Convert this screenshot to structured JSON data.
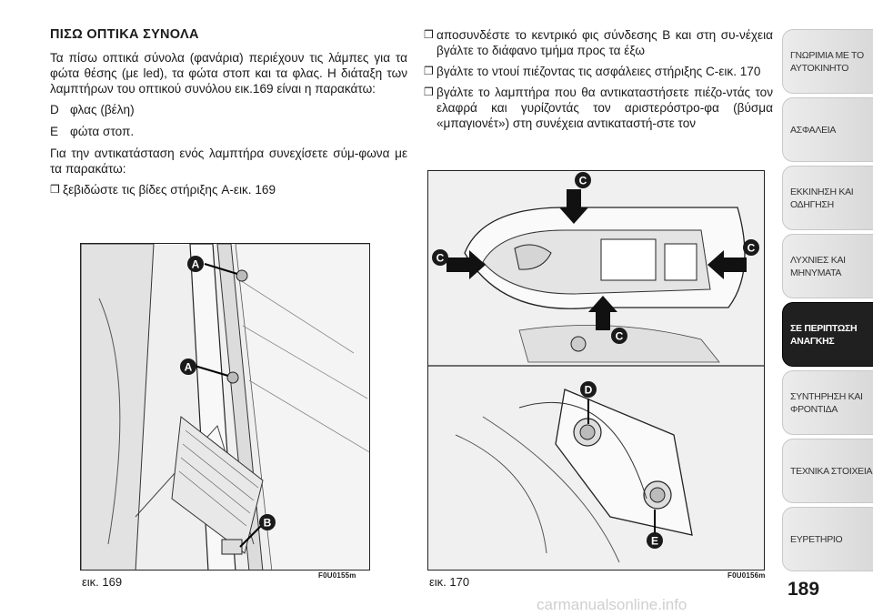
{
  "left": {
    "title": "ΠΙΣΩ ΟΠΤΙΚΑ ΣΥΝΟΛΑ",
    "intro": "Τα πίσω οπτικά σύνολα (φανάρια) περιέχουν τις λάμπες για τα φώτα θέσης (με led), τα φώτα στοπ και τα φλας. Η διάταξη των λαμπτήρων του οπτικού συνόλου εικ.169 είναι η παρακάτω:",
    "defs": [
      {
        "key": "D",
        "text": "φλας (βέλη)"
      },
      {
        "key": "E",
        "text": "φώτα στοπ."
      }
    ],
    "para2": "Για την αντικατάσταση ενός λαμπτήρα συνεχίσετε σύμ-φωνα με τα παρακάτω:",
    "bullet1": "ξεβιδώστε τις βίδες στήριξης A-εικ. 169"
  },
  "right": {
    "bullets": [
      "αποσυνδέστε το κεντρικό φις σύνδεσης B και στη συ-νέχεια βγάλτε το διάφανο τμήμα προς τα έξω",
      "βγάλτε το ντουί πιέζοντας τις ασφάλειες στήριξης C-εικ. 170",
      "βγάλτε το λαμπτήρα που θα αντικαταστήσετε πιέζο-ντάς τον ελαφρά και γυρίζοντάς τον αριστερόστρο-φα (βύσμα «μπαγιονέτ») στη συνέχεια αντικαταστή-στε τον"
    ]
  },
  "fig169": {
    "caption": "εικ. 169",
    "code": "F0U0155m",
    "labels": {
      "a": "A",
      "b": "B"
    }
  },
  "fig170": {
    "caption": "εικ. 170",
    "code": "F0U0156m",
    "labels": {
      "c": "C",
      "d": "D",
      "e": "E"
    }
  },
  "sidebar": {
    "tabs": [
      {
        "line1": "ΓΝΩΡΙΜΙΑ ΜΕ ΤΟ",
        "line2": "ΑΥΤΟΚΙΝΗΤΟ"
      },
      {
        "line1": "ΑΣΦΑΛΕΙΑ",
        "line2": ""
      },
      {
        "line1": "ΕΚΚΙΝΗΣΗ ΚΑΙ",
        "line2": "ΟΔΗΓΗΣΗ"
      },
      {
        "line1": "ΛΥΧΝΙΕΣ ΚΑΙ",
        "line2": "ΜΗΝΥΜΑΤΑ"
      },
      {
        "line1": "ΣΕ ΠΕΡΙΠΤΩΣΗ",
        "line2": "ΑΝΑΓΚΗΣ"
      },
      {
        "line1": "ΣΥΝΤΗΡΗΣΗ ΚΑΙ",
        "line2": "ΦΡΟΝΤΙΔΑ"
      },
      {
        "line1": "ΤΕΧΝΙΚΑ ΣΤΟΙΧΕΙΑ",
        "line2": ""
      },
      {
        "line1": "ΕΥΡΕΤΗΡΙΟ",
        "line2": ""
      }
    ],
    "active_index": 4
  },
  "page_number": "189",
  "watermark": "carmanualsonline.info",
  "icons": {
    "bullet": "checkbox-bullet-icon"
  }
}
